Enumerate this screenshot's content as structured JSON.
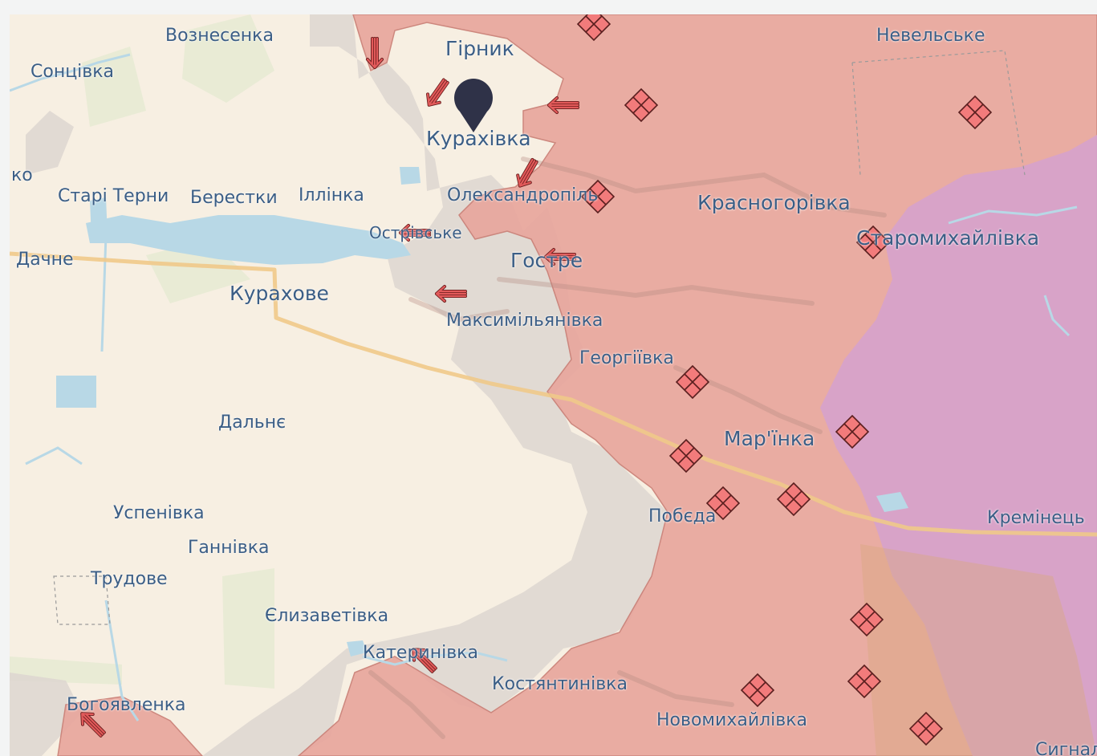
{
  "map": {
    "colors": {
      "land": "#f7efe2",
      "occupied": "#e8a59c",
      "occupied_stroke": "#c97d74",
      "contested": "#ddd6d0",
      "long_occupied": "#d6a2cc",
      "water": "#b8d8e6",
      "road": "#f0c989",
      "forest": "#e2ead0",
      "label": "#3b5e86",
      "arrow": "#e25a5a",
      "clash": "#f27b7b",
      "pin": "#2f3248"
    },
    "selected_place": "Курахівка",
    "places": [
      {
        "id": "voznesenka",
        "name": "Вознесенка"
      },
      {
        "id": "sontsivka",
        "name": "Сонцівка"
      },
      {
        "id": "hirnyk",
        "name": "Гірник"
      },
      {
        "id": "nevelske",
        "name": "Невельське"
      },
      {
        "id": "kurakhivka",
        "name": "Курахівка"
      },
      {
        "id": "ko",
        "name": "ко"
      },
      {
        "id": "stari-terny",
        "name": "Старі Терни"
      },
      {
        "id": "berestky",
        "name": "Берестки"
      },
      {
        "id": "illinka",
        "name": "Іллінка"
      },
      {
        "id": "oleksandropil",
        "name": "Олександропіль"
      },
      {
        "id": "krasnohorivka",
        "name": "Красногорівка"
      },
      {
        "id": "ostrivske",
        "name": "Острівське"
      },
      {
        "id": "staromykhailivka",
        "name": "Старомихайлівка"
      },
      {
        "id": "dachne",
        "name": "Дачне"
      },
      {
        "id": "hostre",
        "name": "Гостре"
      },
      {
        "id": "kurakhove",
        "name": "Курахове"
      },
      {
        "id": "maksymilianivka",
        "name": "Максимільянівка"
      },
      {
        "id": "heorhiivka",
        "name": "Георгіївка"
      },
      {
        "id": "dalne",
        "name": "Дальнє"
      },
      {
        "id": "marinka",
        "name": "Мар'їнка"
      },
      {
        "id": "uspenivka",
        "name": "Успенівка"
      },
      {
        "id": "pobieda",
        "name": "Побєда"
      },
      {
        "id": "kreminets",
        "name": "Кремінець"
      },
      {
        "id": "hannivka",
        "name": "Ганнівка"
      },
      {
        "id": "trudove",
        "name": "Трудове"
      },
      {
        "id": "yelyzavetivka",
        "name": "Єлизаветівка"
      },
      {
        "id": "katerynivka",
        "name": "Катеринівка"
      },
      {
        "id": "kostiantynivka",
        "name": "Костянтинівка"
      },
      {
        "id": "bohoiavlenka",
        "name": "Богоявленка"
      },
      {
        "id": "novomykhailivka",
        "name": "Новомихайлівка"
      },
      {
        "id": "syhnalne",
        "name": "Сигнал"
      }
    ],
    "icons": {
      "pin": "map-pin-icon",
      "arrow": "attack-arrow-icon",
      "clash": "clash-diamond-icon"
    }
  }
}
